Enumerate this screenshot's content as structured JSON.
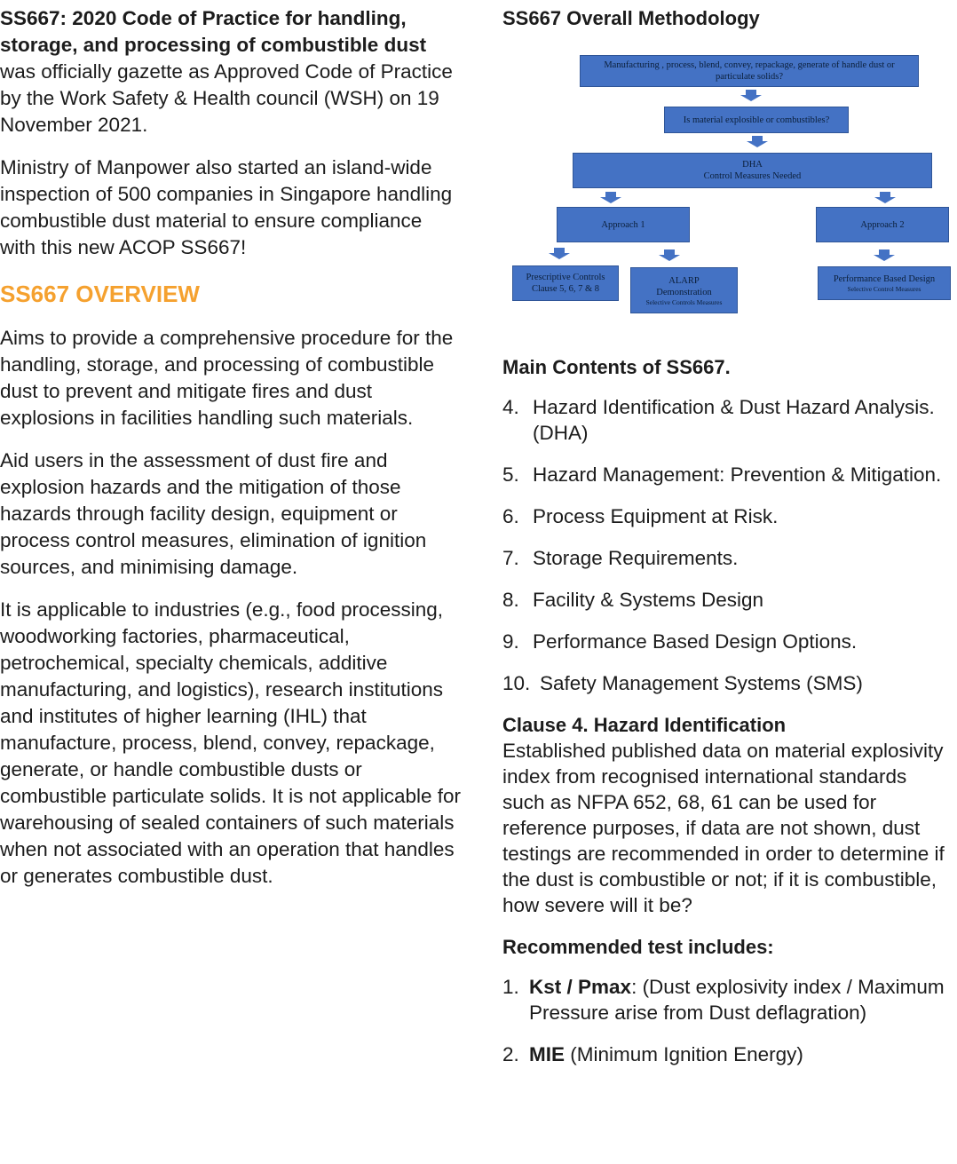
{
  "left": {
    "intro_bold": "SS667: 2020 Code of Practice for handling, storage, and processing of combustible dust",
    "intro_rest": " was officially gazette as Approved Code of Practice by the Work Safety & Health council (WSH) on 19 November 2021.",
    "paragraph2": "Ministry of Manpower also started an island-wide inspection of 500 companies in Singapore handling combustible dust material to ensure compliance with this new ACOP SS667!",
    "overview_title": "SS667 OVERVIEW",
    "overview_p1": "Aims to provide a comprehensive procedure for the handling, storage, and processing of combustible dust to prevent and mitigate fires and dust explosions in facilities handling such materials.",
    "overview_p2": "Aid users in the assessment of dust fire and explosion hazards and the mitigation of those hazards through facility design, equipment or process control measures, elimination of ignition sources, and minimising damage.",
    "overview_p3": "It is applicable to industries (e.g., food processing, woodworking factories, pharmaceutical, petrochemical, specialty chemicals, additive manufacturing, and logistics), research institutions and institutes of higher learning (IHL) that manufacture, process, blend, convey, repackage, generate, or handle combustible dusts or combustible particulate solids. It is not applicable for warehousing of sealed containers of such materials when not associated with an operation that handles or generates combustible dust."
  },
  "right": {
    "methodology_title": "SS667 Overall Methodology",
    "diagram": {
      "box1": "Manufacturing , process, blend, convey, repackage, generate of handle dust or particulate solids?",
      "box2": "Is material explosible or combustibles?",
      "box3_line1": "DHA",
      "box3_line2": "Control Measures Needed",
      "approach1": "Approach 1",
      "approach2": "Approach 2",
      "prescriptive_line1": "Prescriptive Controls",
      "prescriptive_line2": "Clause 5, 6, 7 & 8",
      "alarp_line1": "ALARP",
      "alarp_line2": "Demonstration",
      "alarp_line3": "Selective Controls Measures",
      "performance_line1": "Performance Based Design",
      "performance_line2": "Selective Control Measures"
    },
    "main_contents_title": "Main Contents of SS667.",
    "main_contents": [
      {
        "num": "4.",
        "text": "Hazard Identification & Dust Hazard Analysis. (DHA)"
      },
      {
        "num": "5.",
        "text": "Hazard Management: Prevention & Mitigation."
      },
      {
        "num": "6.",
        "text": "Process Equipment at Risk."
      },
      {
        "num": "7.",
        "text": "Storage Requirements."
      },
      {
        "num": "8.",
        "text": "Facility & Systems Design"
      },
      {
        "num": "9.",
        "text": "Performance Based Design Options."
      },
      {
        "num": "10.",
        "text": "Safety Management Systems (SMS)"
      }
    ],
    "clause_title": "Clause 4. Hazard Identification",
    "clause_text": "Established published data on material explosivity index from recognised international standards such as NFPA 652, 68, 61 can be used for reference purposes, if data are not shown, dust testings are recommended in order to determine if the dust is combustible or not; if it is combustible, how severe will it be?",
    "tests_title": "Recommended test includes:",
    "tests": [
      {
        "num": "1.",
        "bold": "Kst / Pmax",
        "text": ": (Dust explosivity index / Maximum Pressure arise from Dust deflagration)"
      },
      {
        "num": "2.",
        "bold": "MIE",
        "text": " (Minimum Ignition Energy)"
      }
    ]
  },
  "colors": {
    "accent_orange": "#f5a12f",
    "diagram_blue": "#4472c4",
    "text": "#1c1c1c"
  }
}
